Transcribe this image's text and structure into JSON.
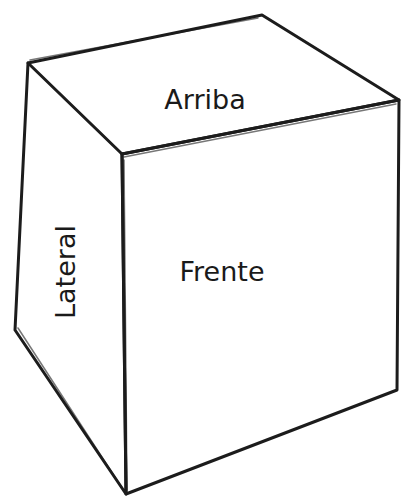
{
  "diagram": {
    "labels": [
      "Arriba",
      "Lateral",
      "Frente"
    ]
  }
}
